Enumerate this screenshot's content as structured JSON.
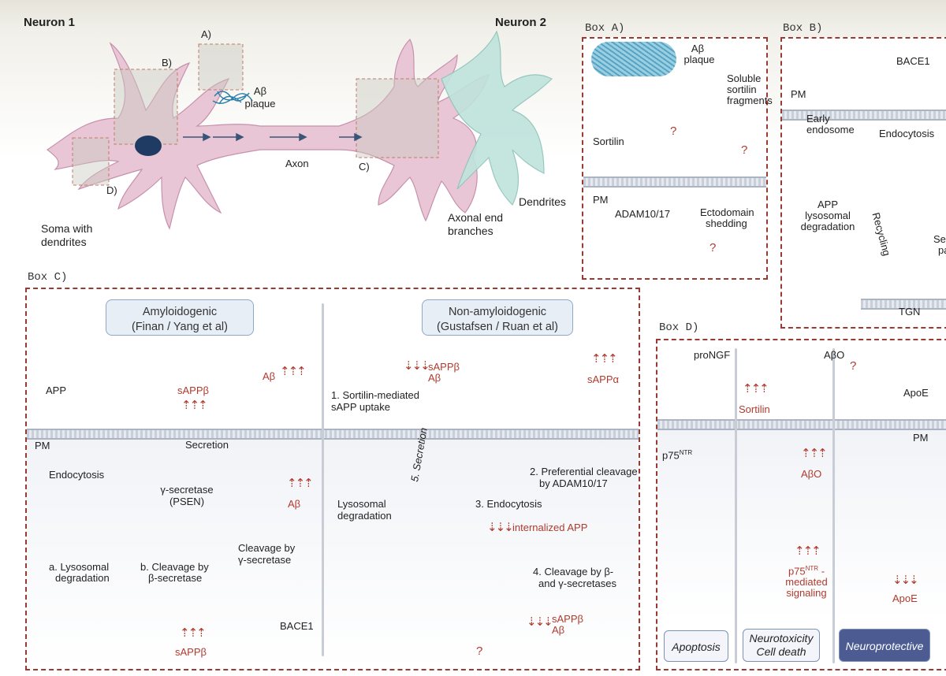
{
  "top": {
    "neuron1": "Neuron 1",
    "neuron2": "Neuron 2",
    "box_a_marker": "A)",
    "box_b_marker": "B)",
    "box_c_marker": "C)",
    "box_d_marker": "D)",
    "ab_plaque_line1": "Aβ",
    "ab_plaque_line2": "plaque",
    "axon": "Axon",
    "soma_line1": "Soma with",
    "soma_line2": "dendrites",
    "axonal_line1": "Axonal end",
    "axonal_line2": "branches",
    "dendrites": "Dendrites"
  },
  "boxA": {
    "title": "Box A)",
    "ab_plaque_line1": "Aβ",
    "ab_plaque_line2": "plaque",
    "soluble_line1": "Soluble",
    "soluble_line2": "sortilin",
    "soluble_line3": "fragments",
    "sortilin": "Sortilin",
    "pm": "PM",
    "adam": "ADAM10/17",
    "ecto_line1": "Ectodomain",
    "ecto_line2": "shedding",
    "q": "?"
  },
  "boxB": {
    "title": "Box B)",
    "bace1": "BACE1",
    "pm": "PM",
    "early_line1": "Early",
    "early_line2": "endosome",
    "endocytosis": "Endocytosis",
    "app_line1": "APP",
    "app_line2": "lysosomal",
    "app_line3": "degradation",
    "recycling": "Recycling",
    "sec_line1": "Se",
    "sec_line2": "pa",
    "tgn": "TGN"
  },
  "boxC": {
    "title": "Box C)",
    "amyloid_line1": "Amyloidogenic",
    "amyloid_line2": "(Finan / Yang et al)",
    "nonamyloid_line1": "Non-amyloidogenic",
    "nonamyloid_line2": "(Gustafsen / Ruan et al)",
    "app": "APP",
    "pm": "PM",
    "endocytosis": "Endocytosis",
    "secretion": "Secretion",
    "sappb": "sAPPβ",
    "ab": "Aβ",
    "gamma_line1": "γ-secretase",
    "gamma_line2": "(PSEN)",
    "cleavage_g_line1": "Cleavage by",
    "cleavage_g_line2": "γ-secretase",
    "lyso_a_line1": "a. Lysosomal",
    "lyso_a_line2": "degradation",
    "cleave_b_line1": "b. Cleavage by",
    "cleave_b_line2": "β-secretase",
    "bace1": "BACE1",
    "sappb_bottom": "sAPPβ",
    "sappb_ab_right_1": "sAPPβ",
    "sappb_ab_right_2": "Aβ",
    "sappa": "sAPPα",
    "step1_line1": "1. Sortilin-mediated",
    "step1_line2": "sAPP uptake",
    "step2_line1": "2. Preferential cleavage",
    "step2_line2": "by ADAM10/17",
    "step3": "3. Endocytosis",
    "internalized": "internalized APP",
    "step4_line1": "4. Cleavage by β-",
    "step4_line2": "and γ-secretases",
    "step5": "5. Secretion",
    "lyso_r_line1": "Lysosomal",
    "lyso_r_line2": "degradation",
    "sappb_ab_bottom_1": "sAPPβ",
    "sappb_ab_bottom_2": "Aβ",
    "q": "?"
  },
  "boxD": {
    "title": "Box D)",
    "prongf": "proNGF",
    "p75": "p75",
    "ntr": "NTR",
    "abo": "AβO",
    "sortilin": "Sortilin",
    "abo_up": "AβO",
    "p75_sig_line1": "p75",
    "p75_sig_ntr": "NTR",
    "p75_sig_dash": " -",
    "p75_sig_line2": "mediated",
    "p75_sig_line3": "signaling",
    "apoe": "ApoE",
    "pm": "PM",
    "apoe_down": "ApoE",
    "q": "?",
    "apoptosis": "Apoptosis",
    "neurotox_line1": "Neurotoxicity",
    "neurotox_line2": "Cell death",
    "neuroprotective": "Neuroprotective"
  },
  "colors": {
    "dashed_border": "#9b3a32",
    "neuron_pink": "#e9c6d6",
    "neuron_teal": "#bfe3dc",
    "arrow_red": "#b03a2e",
    "panel_blue": "#e8eef6",
    "outcome_dark": "#4c5c92"
  },
  "icons": [
    "sortilin-icon",
    "app-icon",
    "bace1-icon",
    "adam-icon",
    "lysosome-icon",
    "arrow-up-icon",
    "arrow-down-icon"
  ]
}
